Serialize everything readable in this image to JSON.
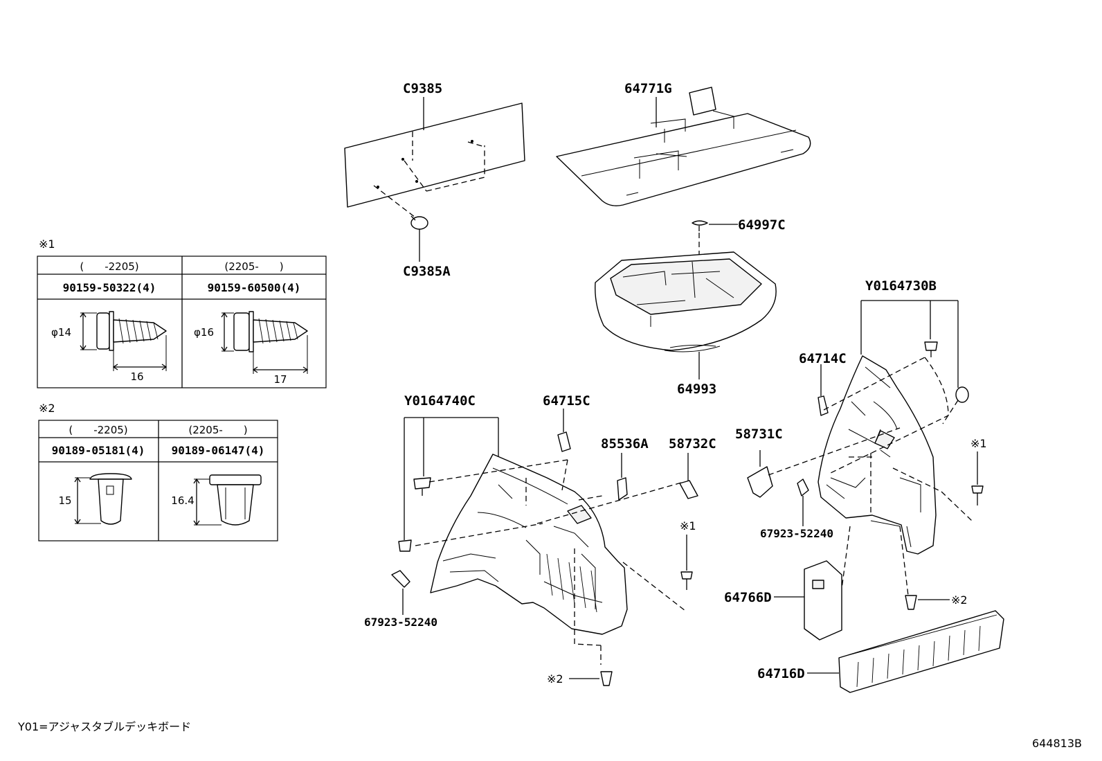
{
  "labels": {
    "c9385": "C9385",
    "c9385a": "C9385A",
    "p64771g": "64771G",
    "p64997c": "64997C",
    "p64993": "64993",
    "y0164730b": "Y0164730B",
    "p64714c": "64714C",
    "y0164740c": "Y0164740C",
    "p64715c": "64715C",
    "p85536a": "85536A",
    "p58732c": "58732C",
    "p58731c": "58731C",
    "p67923_right": "67923-52240",
    "p67923_left": "67923-52240",
    "p64766d": "64766D",
    "p64716d": "64716D",
    "mark1_right": "※1",
    "mark2_right": "※2",
    "mark1_center": "※1",
    "mark2_center": "※2"
  },
  "table1": {
    "title": "※1",
    "col1_header": "(　　-2205)",
    "col2_header": "(2205-　　)",
    "col1_part": "90159-50322(4)",
    "col2_part": "90159-60500(4)",
    "col1_dia": "φ14",
    "col2_dia": "φ16",
    "col1_len": "16",
    "col2_len": "17"
  },
  "table2": {
    "title": "※2",
    "col1_header": "(　　-2205)",
    "col2_header": "(2205-　　)",
    "col1_part": "90189-05181(4)",
    "col2_part": "90189-06147(4)",
    "col1_len": "15",
    "col2_len": "16.4"
  },
  "footnote": "Y01=アジャスタブルデッキボード",
  "diagram_code": "644813B"
}
